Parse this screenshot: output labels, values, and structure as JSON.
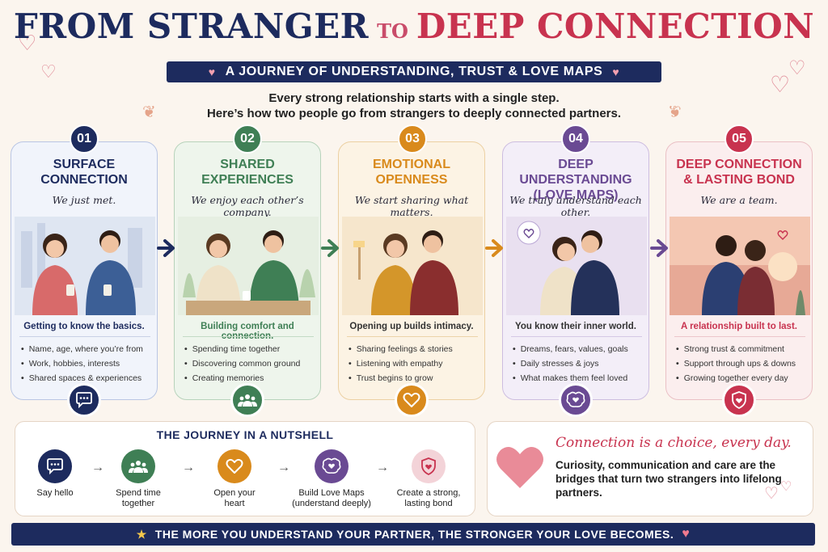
{
  "title": {
    "part1": "FROM STRANGER",
    "connector": "TO",
    "part2": "DEEP CONNECTION"
  },
  "subtitle": "A JOURNEY OF UNDERSTANDING, TRUST & LOVE MAPS",
  "intro": {
    "line1": "Every strong relationship starts with a single step.",
    "line2": "Here’s how two people go from strangers to deeply connected partners."
  },
  "colors": {
    "navy": "#1d2b5e",
    "green": "#3f7f55",
    "orange": "#d98a1c",
    "purple": "#6a4a93",
    "red": "#c8334f"
  },
  "steps": [
    {
      "number": "01",
      "title": "SURFACE\nCONNECTION",
      "tagline": "We just met.",
      "heading": "Getting to know the basics.",
      "bullets": [
        "Name, age, where you’re from",
        "Work, hobbies, interests",
        "Shared spaces & experiences"
      ],
      "icon": "chat-bubble-icon"
    },
    {
      "number": "02",
      "title": "SHARED\nEXPERIENCES",
      "tagline": "We enjoy each other’s company.",
      "heading": "Building comfort and connection.",
      "bullets": [
        "Spending time together",
        "Discovering common ground",
        "Creating memories"
      ],
      "icon": "group-icon"
    },
    {
      "number": "03",
      "title": "EMOTIONAL\nOPENNESS",
      "tagline": "We start sharing what matters.",
      "heading": "Opening up builds intimacy.",
      "bullets": [
        "Sharing feelings & stories",
        "Listening with empathy",
        "Trust begins to grow"
      ],
      "icon": "heart-icon"
    },
    {
      "number": "04",
      "title": "DEEP UNDERSTANDING\n(LOVE MAPS)",
      "tagline": "We truly understand each other.",
      "heading": "You know their inner world.",
      "bullets": [
        "Dreams, fears, values, goals",
        "Daily stresses & joys",
        "What makes them feel loved"
      ],
      "icon": "brain-heart-icon"
    },
    {
      "number": "05",
      "title": "DEEP CONNECTION\n& LASTING BOND",
      "tagline": "We are a team.",
      "heading": "A relationship built to last.",
      "bullets": [
        "Strong trust & commitment",
        "Support through ups & downs",
        "Growing together every day"
      ],
      "icon": "shield-heart-icon"
    }
  ],
  "nutshell": {
    "title": "THE JOURNEY IN A NUTSHELL",
    "steps": [
      {
        "label": "Say hello",
        "icon": "chat-bubble-icon"
      },
      {
        "label": "Spend time\ntogether",
        "icon": "group-icon"
      },
      {
        "label": "Open your\nheart",
        "icon": "heart-icon"
      },
      {
        "label": "Build Love Maps\n(understand deeply)",
        "icon": "brain-heart-icon"
      },
      {
        "label": "Create a strong,\nlasting bond",
        "icon": "shield-heart-icon"
      }
    ]
  },
  "quote": {
    "headline": "Connection is a choice, every day.",
    "body": "Curiosity, communication and care are the bridges that turn two strangers into lifelong partners."
  },
  "footer": "THE MORE YOU UNDERSTAND YOUR PARTNER, THE STRONGER YOUR LOVE BECOMES."
}
